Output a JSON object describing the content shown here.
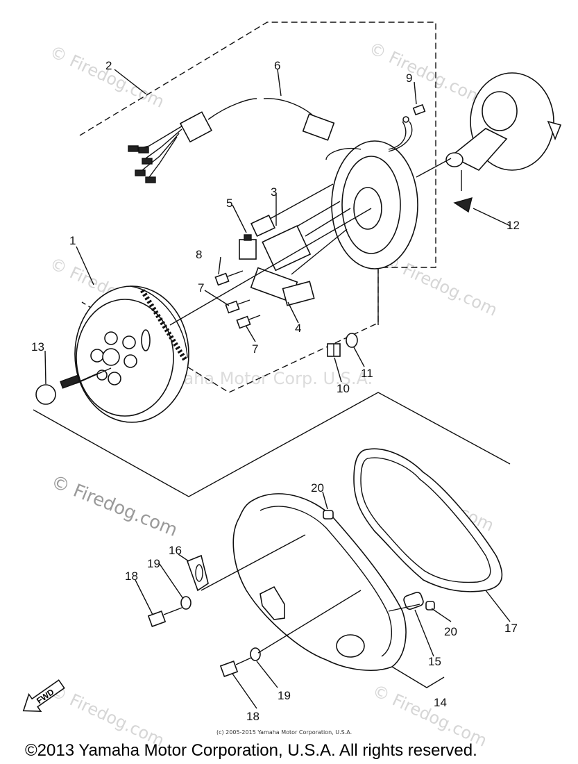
{
  "watermarks": {
    "firedog_small": "© Firedog.com",
    "firedog_large": "© Firedog.com",
    "center": "Yamaha Motor Corp. U.S.A."
  },
  "callouts": {
    "c1": "1",
    "c2": "2",
    "c3": "3",
    "c4": "4",
    "c5": "5",
    "c6": "6",
    "c7a": "7",
    "c7b": "7",
    "c8": "8",
    "c9": "9",
    "c10": "10",
    "c11": "11",
    "c12": "12",
    "c13": "13",
    "c14": "14",
    "c15": "15",
    "c16": "16",
    "c17": "17",
    "c18a": "18",
    "c18b": "18",
    "c19a": "19",
    "c19b": "19",
    "c20a": "20",
    "c20b": "20"
  },
  "fwd_label": "FWD",
  "fine_print": "(c) 2005-2015 Yamaha Motor Corporation, U.S.A.",
  "copyright": "©2013 Yamaha Motor Corporation, U.S.A. All rights reserved."
}
